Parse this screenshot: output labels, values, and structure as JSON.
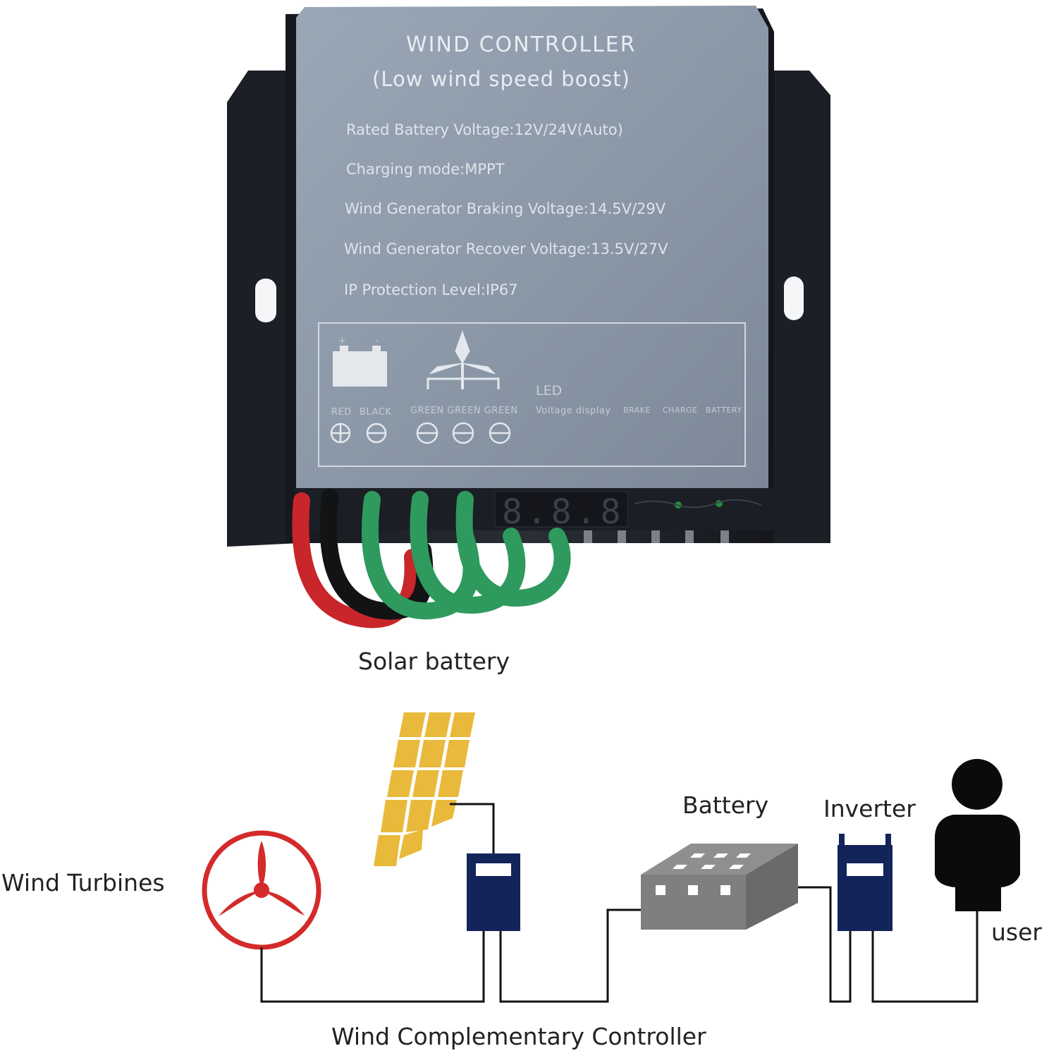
{
  "device": {
    "title": "WIND CONTROLLER",
    "subtitle": "(Low wind speed  boost)",
    "specs": [
      "Rated Battery Voltage:12V/24V(Auto)",
      "Charging mode:MPPT",
      "Wind Generator Braking Voltage:14.5V/29V",
      "Wind Generator Recover Voltage:13.5V/27V",
      "IP Protection Level:IP67"
    ],
    "panel": {
      "plus": "+",
      "minus": "-",
      "red": "RED",
      "black": "BLACK",
      "green_labels": "GREEN GREEN GREEN",
      "led": "LED",
      "voltage_display": "Voltage display",
      "brake": "BRAKE",
      "charge": "CHARGE",
      "battery": "BATTERY"
    },
    "display_digits": "8.8.8",
    "colors": {
      "face": "#8f9cab",
      "frame": "#1c1f26",
      "red_wire": "#c8262a",
      "green_wire": "#2e9a5e"
    }
  },
  "captions": {
    "solar_battery": "Solar battery",
    "battery": "Battery",
    "inverter": "Inverter",
    "wind_turbines": "Wind Turbines",
    "user": "user",
    "controller": "Wind Complementary Controller"
  },
  "diagram_colors": {
    "turbine": "#d42a2a",
    "solar_panel": "#e8b93a",
    "controller_box": "#12245a",
    "battery_box": "#7f7f7f",
    "wire": "#111111",
    "user": "#0b0b0b"
  }
}
